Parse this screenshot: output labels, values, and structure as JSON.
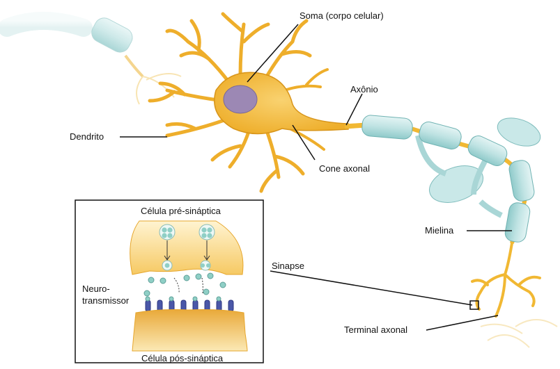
{
  "diagram": {
    "labels": {
      "soma": "Soma (corpo celular)",
      "axon": "Axônio",
      "dendrite": "Dendrito",
      "axon_hillock": "Cone axonal",
      "myelin": "Mielina",
      "synapse": "Sinapse",
      "axon_terminal": "Terminal axonal"
    },
    "inset": {
      "presynaptic": "Célula pré-sináptica",
      "postsynaptic": "Célula pós-sináptica",
      "neurotransmitter_line1": "Neuro-",
      "neurotransmitter_line2": "transmissor"
    }
  },
  "colors": {
    "neuron": "#f1b833",
    "neuron_outline": "#d8951a",
    "nucleus": "#9c88b4",
    "myelin": "#bfe3e3",
    "myelin_outline": "#6fb2b2",
    "receptor": "#4a57a8",
    "vesicle": "#8fcfc6",
    "presynaptic_fill": "#fbe3a0",
    "postsynaptic_fill": "#f3c664"
  }
}
